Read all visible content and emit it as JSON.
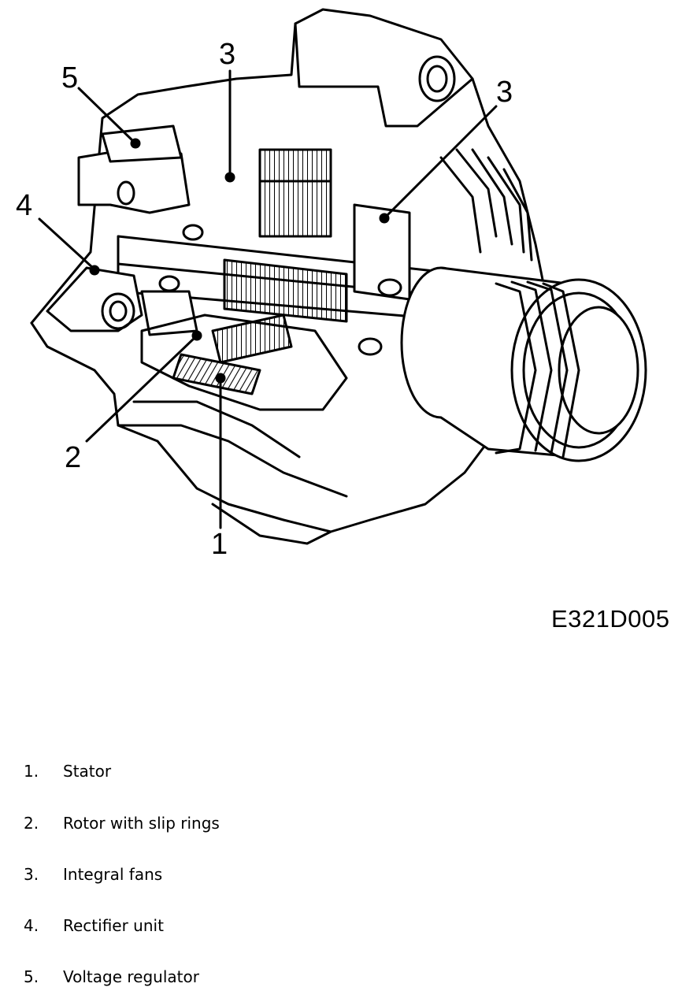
{
  "figure": {
    "code": "E321D005",
    "callouts": [
      {
        "id": "c5",
        "label": "5"
      },
      {
        "id": "c3a",
        "label": "3"
      },
      {
        "id": "c3b",
        "label": "3"
      },
      {
        "id": "c4",
        "label": "4"
      },
      {
        "id": "c2",
        "label": "2"
      },
      {
        "id": "c1",
        "label": "1"
      }
    ]
  },
  "legend": [
    {
      "num": "1.",
      "text": "Stator"
    },
    {
      "num": "2.",
      "text": "Rotor with slip rings"
    },
    {
      "num": "3.",
      "text": "Integral fans"
    },
    {
      "num": "4.",
      "text": "Rectifier unit"
    },
    {
      "num": "5.",
      "text": "Voltage regulator"
    }
  ]
}
